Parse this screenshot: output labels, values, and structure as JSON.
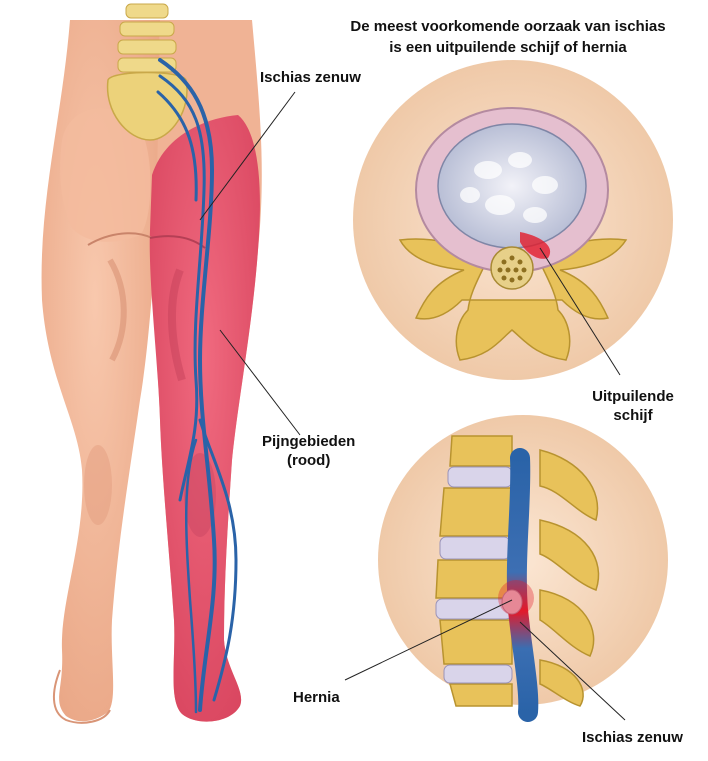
{
  "title": {
    "line1": "De meest voorkomende oorzaak van ischias",
    "line2": "is een uitpuilende schijf of hernia"
  },
  "labels": {
    "ischias_zenuw_top": "Ischias zenuw",
    "pijngebieden_line1": "Pijngebieden",
    "pijngebieden_line2": "(rood)",
    "uitpuilende_line1": "Uitpuilende",
    "uitpuilende_line2": "schijf",
    "hernia": "Hernia",
    "ischias_zenuw_bottom": "Ischias zenuw"
  },
  "colors": {
    "skin": "#f4b99a",
    "pain_area": "#e8566f",
    "nerve": "#2a63a8",
    "bone": "#e8c25a",
    "disc": "#d9d4ea",
    "inset_background": "#f6dcc3",
    "herniation": "#e21b2b"
  }
}
